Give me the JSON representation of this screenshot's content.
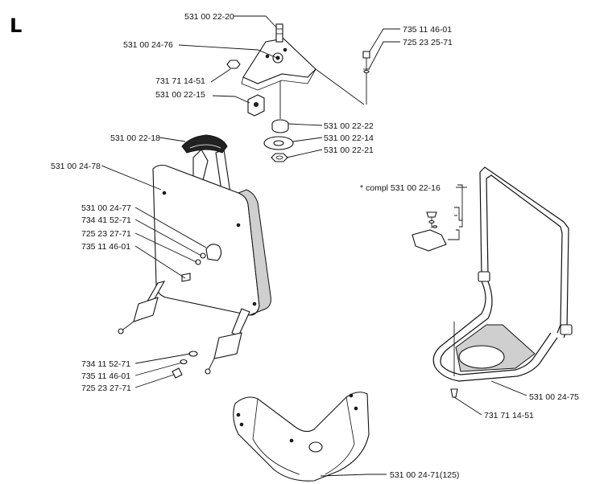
{
  "section_letter": "L",
  "parts": {
    "p1": "531 00 22-20",
    "p2": "531 00 24-76",
    "p3": "735 11 46-01",
    "p4": "725 23 25-71",
    "p5": "731 71 14-51",
    "p6": "531 00 22-15",
    "p7": "531 00 22-22",
    "p8": "531 00 22-14",
    "p9": "531 00 22-21",
    "p10": "531 00 22-18",
    "p11": "531 00 24-78",
    "p12": "* compl 531 00 22-16",
    "p13": "531 00 24-77",
    "p14": "734 41 52-71",
    "p15": "725 23 27-71",
    "p16": "735 11 46-01",
    "p17": "734 11 52-71",
    "p18": "735 11 46-01",
    "p19": "725 23 27-71",
    "p20": "531 00 24-75",
    "p21": "731 71 14-51",
    "p22": "531 00 24-71(125)"
  }
}
